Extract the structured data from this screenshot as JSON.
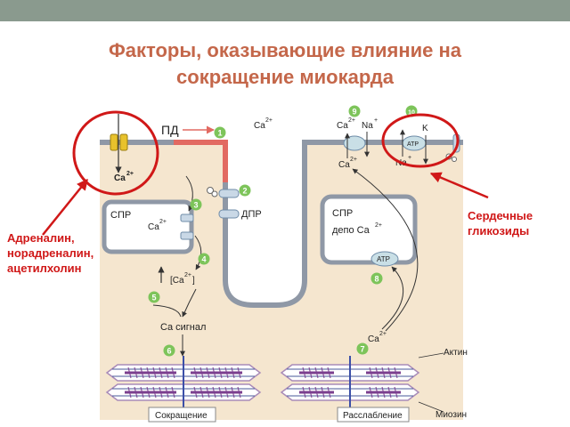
{
  "title": {
    "line1": "Факторы, оказывающие влияние на",
    "line2": "сокращение миокарда"
  },
  "colors": {
    "title": "#c4674a",
    "highlight": "#d01818",
    "step_badge": "#7dc45a",
    "cell": "#f5e6cf",
    "membrane": "#8f98a6",
    "ap_segment": "#e26a62",
    "top_band": "#8a9a8e"
  },
  "diagram": {
    "pd": "ПД",
    "ca": "Ca",
    "ca_sup": "2+",
    "na": "Na",
    "k": "K",
    "plus": "+",
    "atp": "ATP",
    "spr": "СПР",
    "dpr": "ДПР",
    "depot": "депо Ca",
    "ca_bracket_open": "[Ca",
    "ca_bracket_close": "]",
    "ca_signal": "Ca сигнал",
    "actin": "Актин",
    "myosin": "Миозин",
    "contraction": "Сокращение",
    "relaxation": "Расслабление",
    "steps": [
      "1",
      "2",
      "3",
      "4",
      "5",
      "6",
      "7",
      "8",
      "9",
      "10"
    ]
  },
  "left_annotation": {
    "line1": "Адреналин,",
    "line2": "норадреналин,",
    "line3": "ацетилхолин"
  },
  "right_annotation": {
    "line1": "Сердечные",
    "line2": "гликозиды"
  }
}
